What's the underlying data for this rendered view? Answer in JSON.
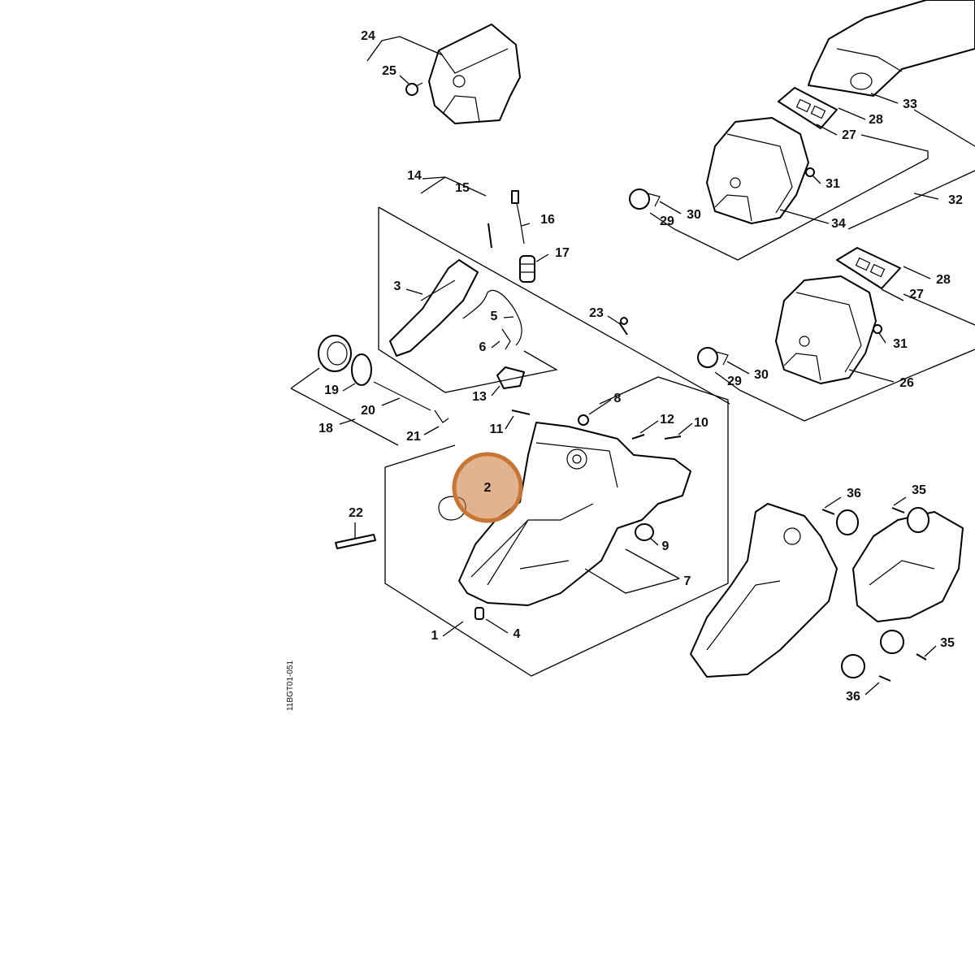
{
  "diagram": {
    "labels": [
      "24",
      "25",
      "14",
      "15",
      "16",
      "17",
      "3",
      "5",
      "23",
      "6",
      "13",
      "19",
      "20",
      "18",
      "21",
      "11",
      "8",
      "12",
      "10",
      "2",
      "22",
      "9",
      "7",
      "1",
      "4",
      "33",
      "28",
      "27",
      "31",
      "32",
      "30",
      "29",
      "34",
      "26",
      "36",
      "35"
    ],
    "highlight_label": "2",
    "highlight_color": "#c87533",
    "drawing_code": "11BGT01-051"
  }
}
